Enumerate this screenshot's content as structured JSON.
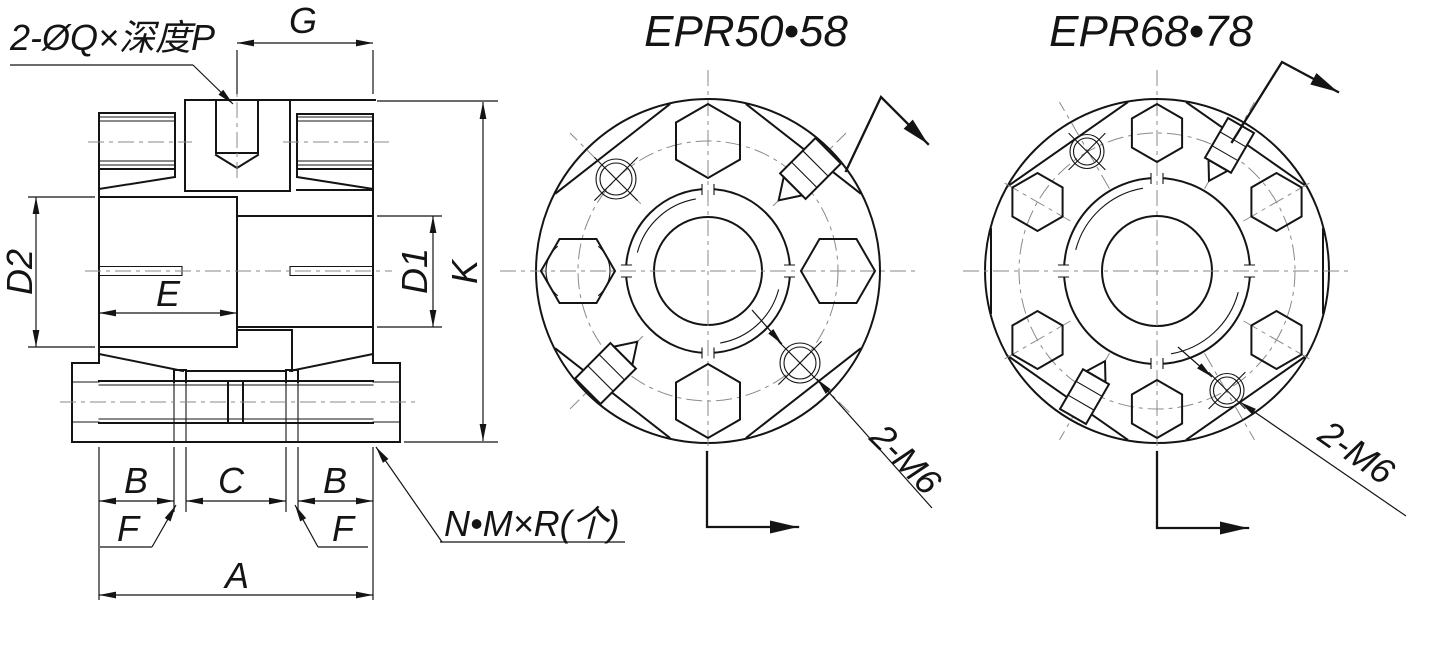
{
  "left_view": {
    "hole_label": "2-ØQ×深度P",
    "dim_g": "G",
    "dim_d2": "D2",
    "dim_e": "E",
    "dim_d1": "D1",
    "dim_k": "K",
    "dim_b_left": "B",
    "dim_c": "C",
    "dim_b_right": "B",
    "dim_f_left": "F",
    "dim_f_right": "F",
    "dim_a": "A",
    "screw_label": "N•M×R(个)"
  },
  "middle_view": {
    "title": "EPR50•58",
    "thread_label": "2-M6"
  },
  "right_view": {
    "title": "EPR68•78",
    "thread_label": "2-M6"
  },
  "colors": {
    "line": "#141414",
    "centerline": "#8a8a8a",
    "background": "#ffffff"
  }
}
